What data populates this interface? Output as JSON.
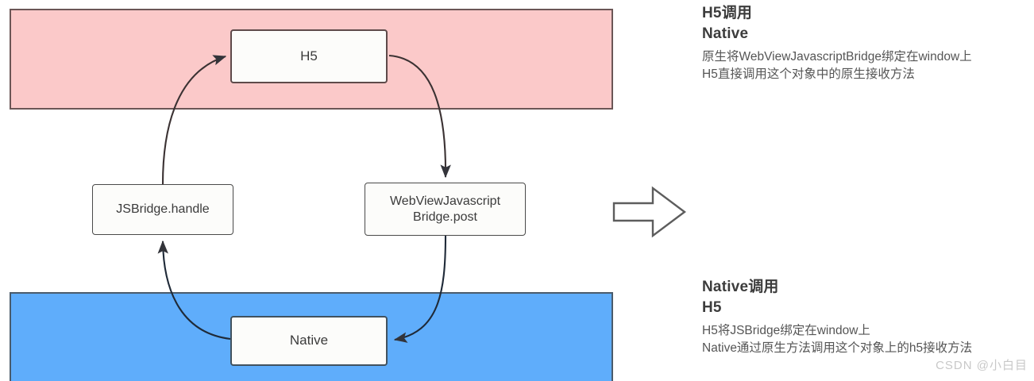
{
  "diagram": {
    "bands": [
      {
        "id": "h5",
        "label": "",
        "color": "#fbc9c9"
      },
      {
        "id": "native",
        "label": "",
        "color": "#5fadfb"
      }
    ],
    "nodes": {
      "h5": "H5",
      "native": "Native",
      "jsbridge_handle": "JSBridge.handle",
      "webview_bridge_post_line1": "WebViewJavascript",
      "webview_bridge_post_line2": "Bridge.post"
    },
    "transition_arrow": "right-arrow-icon"
  },
  "notes": {
    "top": {
      "heading_line1": "H5调用",
      "heading_line2": "Native",
      "body_line1": "原生将WebViewJavascriptBridge绑定在window上",
      "body_line2": "H5直接调用这个对象中的原生接收方法"
    },
    "bottom": {
      "heading_line1": "Native调用",
      "heading_line2": "H5",
      "body_line1": "H5将JSBridge绑定在window上",
      "body_line2": "Native通过原生方法调用这个对象上的h5接收方法"
    }
  },
  "watermark": "CSDN @小白目"
}
